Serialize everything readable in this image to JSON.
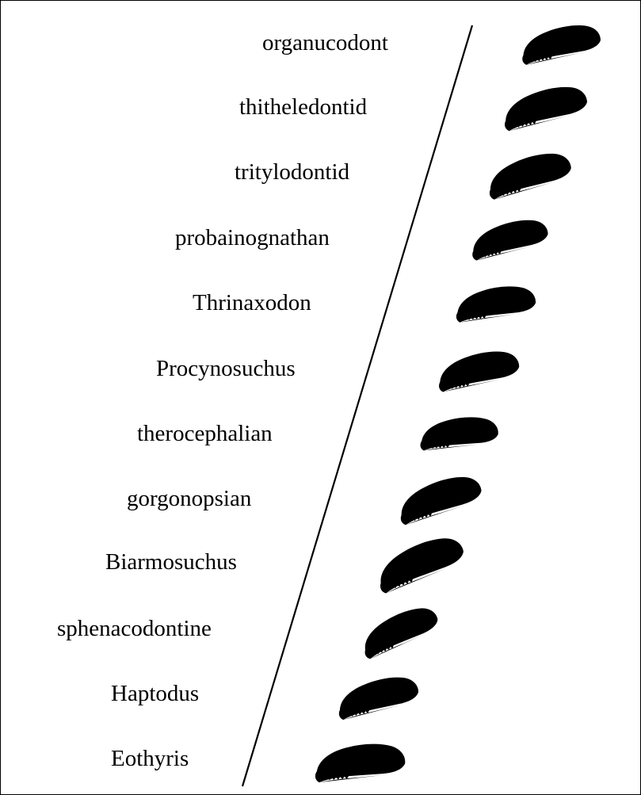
{
  "diagram": {
    "taxa": [
      {
        "name": "organucodont"
      },
      {
        "name": "thitheledontid"
      },
      {
        "name": "tritylodontid"
      },
      {
        "name": "probainognathan"
      },
      {
        "name": "Thrinaxodon"
      },
      {
        "name": "Procynosuchus"
      },
      {
        "name": "therocephalian"
      },
      {
        "name": "gorgonopsian"
      },
      {
        "name": "Biarmosuchus"
      },
      {
        "name": "sphenacodontine"
      },
      {
        "name": "Haptodus"
      },
      {
        "name": "Eothyris"
      }
    ],
    "icon": "skull-sketch",
    "line_color": "#000000"
  }
}
